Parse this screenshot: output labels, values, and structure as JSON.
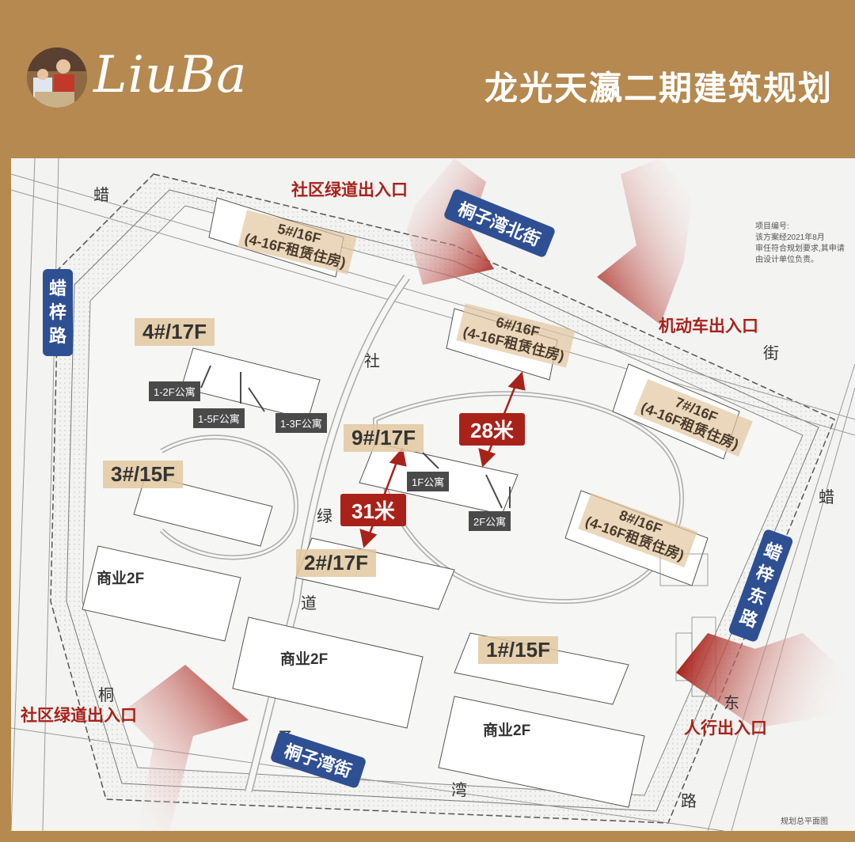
{
  "header": {
    "brand": "LiuBa",
    "title": "龙光天瀛二期建筑规划"
  },
  "buildings": {
    "b5": {
      "name": "5#/16F",
      "note": "(4-16F租赁住房)"
    },
    "b6": {
      "name": "6#/16F",
      "note": "(4-16F租赁住房)"
    },
    "b7": {
      "name": "7#/16F",
      "note": "(4-16F租赁住房)"
    },
    "b8": {
      "name": "8#/16F",
      "note": "(4-16F租赁住房)"
    },
    "b4": {
      "name": "4#/17F"
    },
    "b3": {
      "name": "3#/15F"
    },
    "b9": {
      "name": "9#/17F"
    },
    "b2": {
      "name": "2#/17F"
    },
    "b1": {
      "name": "1#/15F"
    }
  },
  "commercial": {
    "label": "商业2F"
  },
  "apartments": {
    "a12": "1-2F公寓",
    "a15": "1-5F公寓",
    "a13": "1-3F公寓",
    "a1": "1F公寓",
    "a2": "2F公寓"
  },
  "distances": {
    "d28": "28米",
    "d31": "31米"
  },
  "entrances": {
    "green_top": "社区绿道出入口",
    "green_bottom": "社区绿道出入口",
    "vehicle": "机动车出入口",
    "pedestrian": "人行出入口"
  },
  "streets": {
    "tongziwan_north": "桐子湾北街",
    "tongziwan": "桐子湾街",
    "lazi_road": "蜡梓路",
    "lazi_east_road": "蜡梓东路"
  },
  "road_chars": {
    "la_top": "蜡",
    "la_right": "蜡",
    "she": "社",
    "lv": "绿",
    "dao": "道",
    "jie": "街",
    "dong": "东",
    "lu": "路",
    "tong": "桐",
    "zi": "子",
    "wan": "湾"
  },
  "plan_note": "项目编号:\n该方案经2021年8月\n审任符合规划要求,其申请\n由设计单位负责。",
  "footer_caption": "规划总平面图",
  "colors": {
    "accent": "#a8221a",
    "street": "#2f4f93",
    "frame": "#b5894f",
    "highlight": "#e2c8a0"
  }
}
